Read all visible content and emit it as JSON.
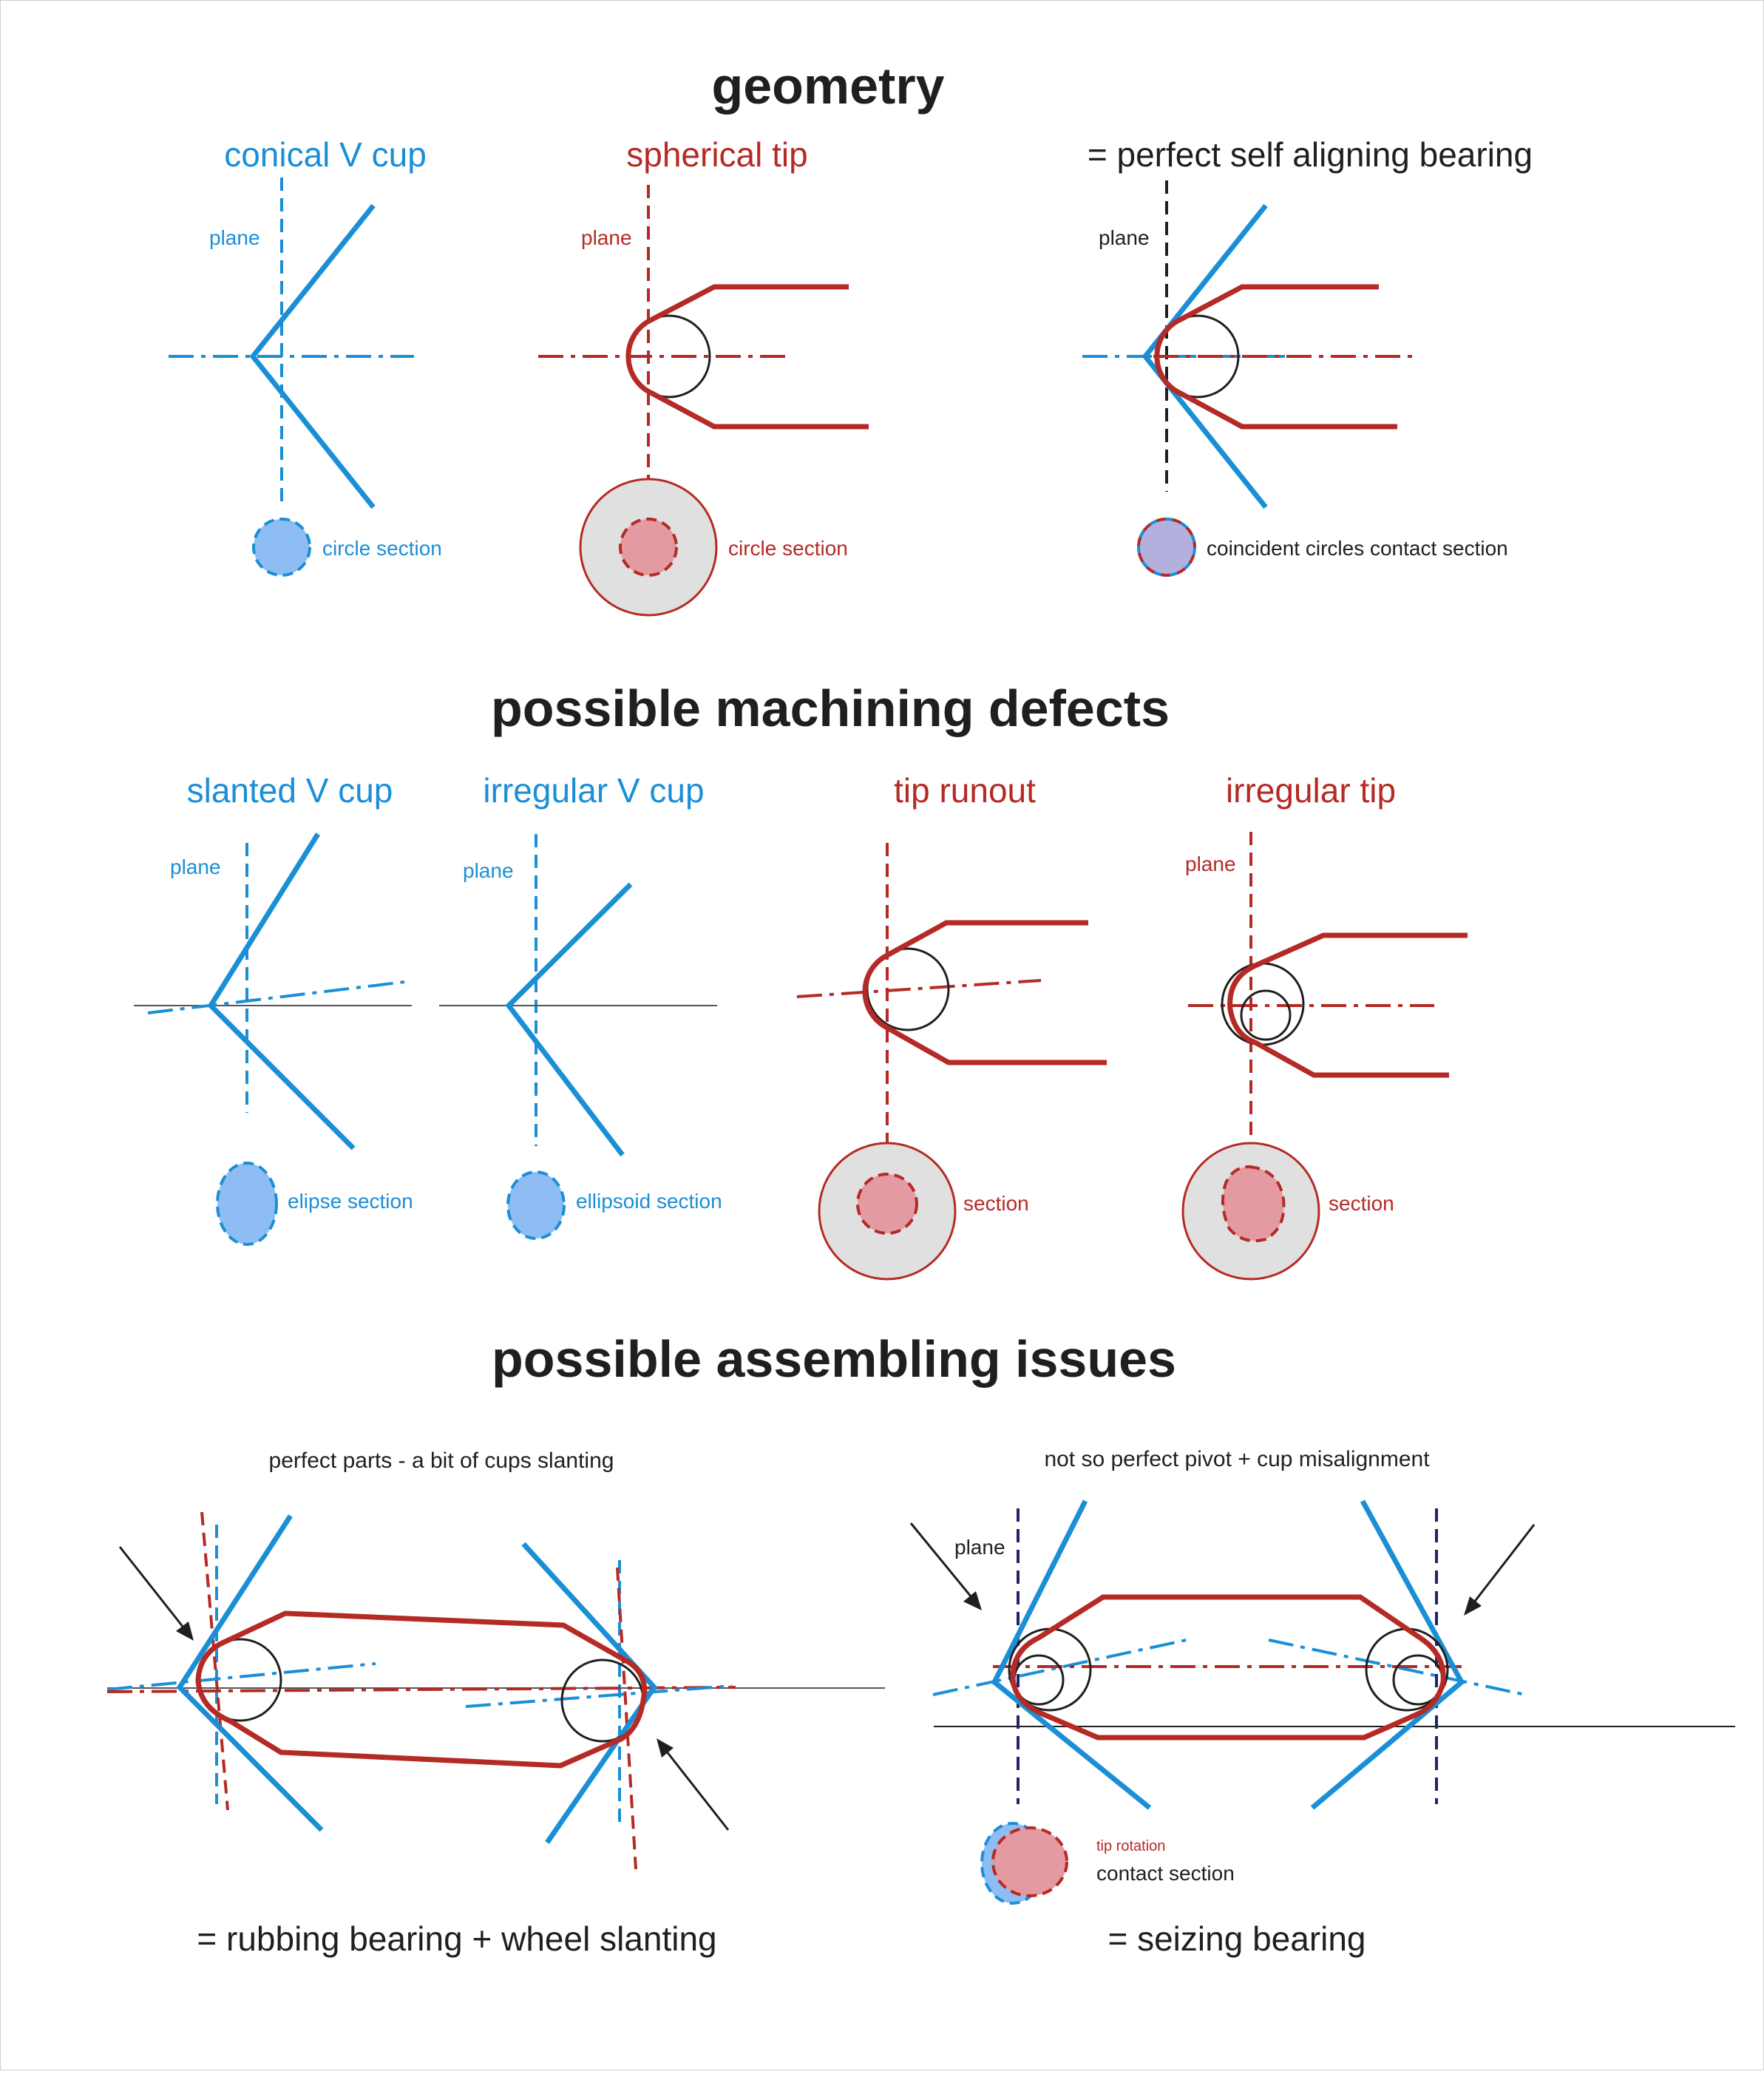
{
  "colors": {
    "blue": "#1a8fd6",
    "red": "#b52a25",
    "black": "#1f1f1f",
    "navy": "#23236b",
    "light_blue_fill": "#8ebdf3",
    "pink_fill": "#e39aa0",
    "purple_fill": "#b3b0dd",
    "grey_fill": "#e0e0e0"
  },
  "sections": {
    "geometry": {
      "title": "geometry",
      "panels": [
        {
          "heading": "conical V cup",
          "plane_label": "plane",
          "section_label": "circle section"
        },
        {
          "heading": "spherical tip",
          "plane_label": "plane",
          "section_label": "circle section"
        },
        {
          "heading": "= perfect self aligning bearing",
          "plane_label": "plane",
          "section_label": "coincident circles contact section"
        }
      ]
    },
    "machining": {
      "title": "possible machining defects",
      "panels": [
        {
          "heading": "slanted V cup",
          "plane_label": "plane",
          "section_label": "elipse section"
        },
        {
          "heading": "irregular V cup",
          "plane_label": "plane",
          "section_label": "ellipsoid section"
        },
        {
          "heading": "tip runout",
          "plane_label": "",
          "section_label": "section"
        },
        {
          "heading": "irregular tip",
          "plane_label": "plane",
          "section_label": "section"
        }
      ]
    },
    "assembling": {
      "title": "possible assembling issues",
      "panels": [
        {
          "caption": "perfect parts - a bit of cups slanting",
          "result": "= rubbing bearing + wheel slanting"
        },
        {
          "caption": "not so perfect pivot + cup misalignment",
          "plane_label": "plane",
          "rotation_label": "tip rotation",
          "section_label": "contact section",
          "result": "= seizing bearing"
        }
      ]
    }
  }
}
